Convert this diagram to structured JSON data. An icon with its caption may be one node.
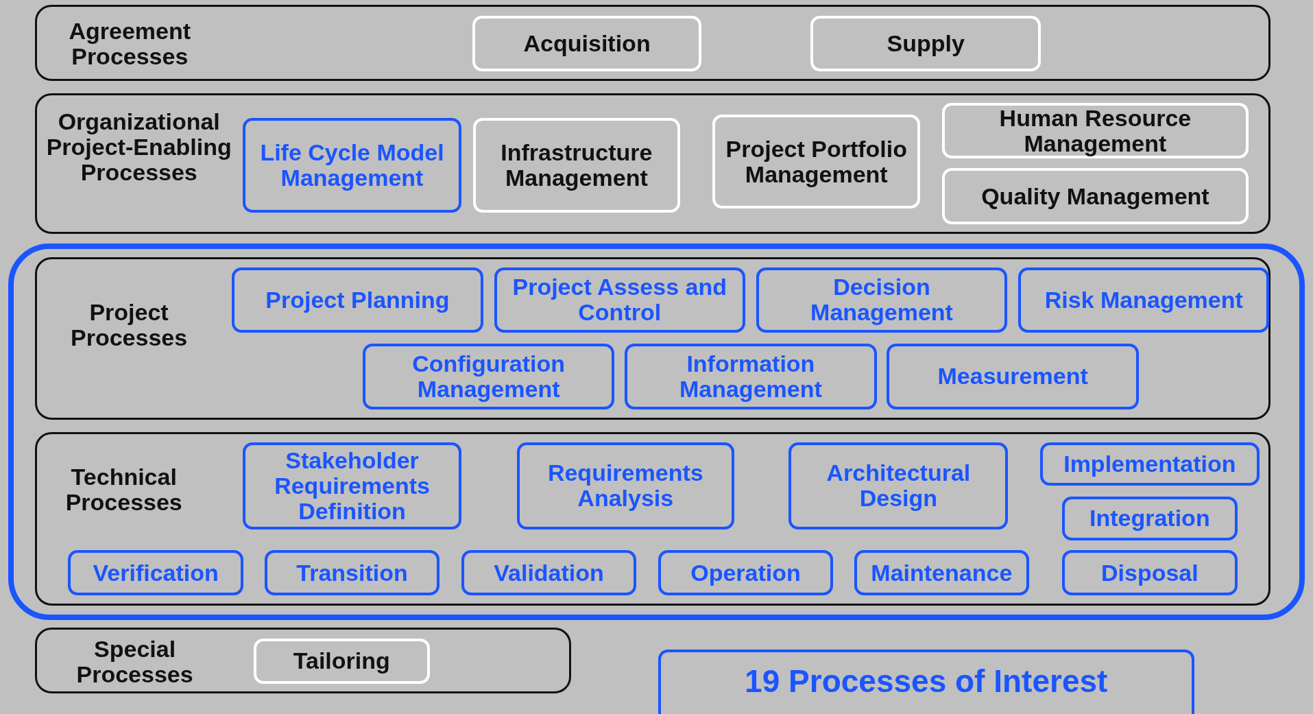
{
  "diagram": {
    "nodes": [
      {
        "text": [
          "Agreement Processes"
        ]
      },
      {
        "text": [
          "Acquisition"
        ],
        "in": 0
      },
      {
        "text": [
          "Supply"
        ],
        "in": 0
      },
      {
        "text": [
          "Organizational Project-Enabling Processes"
        ]
      },
      {
        "text": [
          "Life Cycle Model Management"
        ],
        "in": 3
      },
      {
        "text": [
          "Infrastructure Management"
        ],
        "in": 3
      },
      {
        "text": [
          "Project Portfolio Management"
        ],
        "in": 3
      },
      {
        "text": [
          "Human Resource Management"
        ],
        "in": 3
      },
      {
        "text": [
          "Quality Management"
        ],
        "in": 3
      },
      {
        "text": [],
        "shape": "box"
      },
      {
        "text": [
          "Project Processes"
        ],
        "in": 9
      },
      {
        "text": [
          "Project Planning"
        ],
        "in": 10
      },
      {
        "text": [
          "Project Assess and Control"
        ],
        "in": 10
      },
      {
        "text": [
          "Decision Management"
        ],
        "in": 10
      },
      {
        "text": [
          "Risk Management"
        ],
        "in": 10
      },
      {
        "text": [
          "Configuration Management"
        ],
        "in": 10
      },
      {
        "text": [
          "Information Management"
        ],
        "in": 10
      },
      {
        "text": [
          "Measurement"
        ],
        "in": 10
      },
      {
        "text": [
          "Technical Processes"
        ],
        "in": 9
      },
      {
        "text": [
          "Stakeholder Requirements Definition"
        ],
        "in": 18
      },
      {
        "text": [
          "Requirements Analysis"
        ],
        "in": 18
      },
      {
        "text": [
          "Architectural Design"
        ],
        "in": 18
      },
      {
        "text": [
          "Implementation"
        ],
        "in": 18
      },
      {
        "text": [
          "Integration"
        ],
        "in": 18
      },
      {
        "text": [
          "Verification"
        ],
        "in": 18
      },
      {
        "text": [
          "Transition"
        ],
        "in": 18
      },
      {
        "text": [
          "Validation"
        ],
        "in": 18
      },
      {
        "text": [
          "Operation"
        ],
        "in": 18
      },
      {
        "text": [
          "Maintenance"
        ],
        "in": 18
      },
      {
        "text": [
          "Disposal"
        ],
        "in": 18
      },
      {
        "text": [
          "Special Processes"
        ]
      },
      {
        "text": [
          "Tailoring"
        ],
        "in": 30
      },
      {
        "text": [
          "19 Processes of Interest"
        ]
      }
    ],
    "edges": []
  }
}
